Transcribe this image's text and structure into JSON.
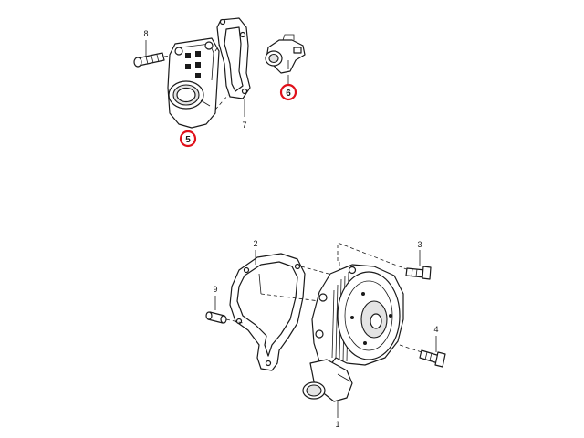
{
  "diagram": {
    "callouts": [
      {
        "id": "part-8",
        "label": "8",
        "highlighted": false
      },
      {
        "id": "part-7",
        "label": "7",
        "highlighted": false
      },
      {
        "id": "part-6",
        "label": "6",
        "highlighted": true
      },
      {
        "id": "part-5",
        "label": "5",
        "highlighted": true
      },
      {
        "id": "part-2",
        "label": "2",
        "highlighted": false
      },
      {
        "id": "part-3",
        "label": "3",
        "highlighted": false
      },
      {
        "id": "part-9",
        "label": "9",
        "highlighted": false
      },
      {
        "id": "part-4",
        "label": "4",
        "highlighted": false
      },
      {
        "id": "part-1",
        "label": "1",
        "highlighted": false
      }
    ],
    "highlight_color": "#e0101a"
  }
}
